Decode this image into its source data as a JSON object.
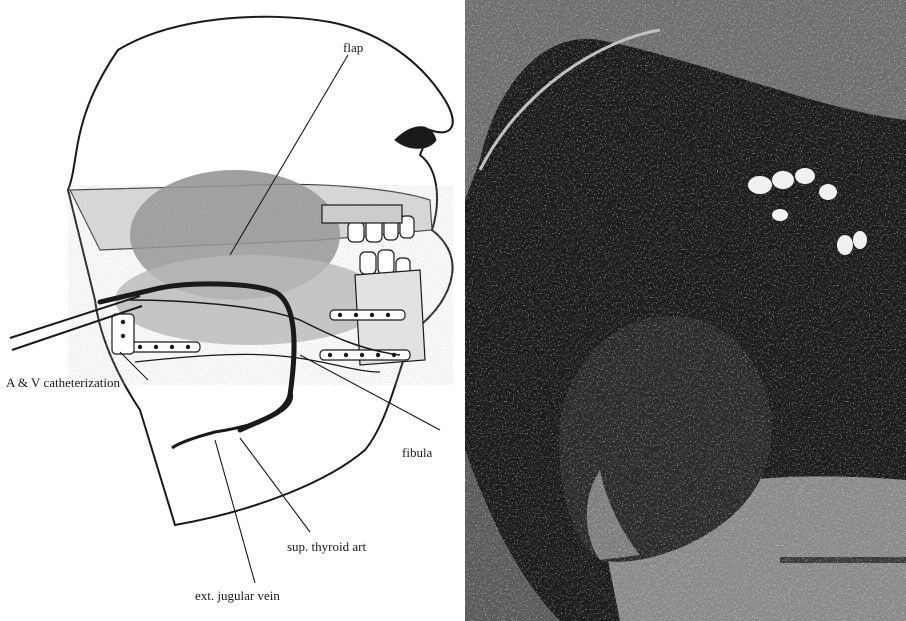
{
  "diagram": {
    "labels": {
      "flap": "flap",
      "catheterization": "A & V catheterization",
      "fibula": "fibula",
      "sup_thyroid": "sup. thyroid art",
      "jugular": "ext. jugular vein"
    }
  },
  "photo": {
    "content": "intraoral-surgical-photo"
  },
  "colors": {
    "line": "#1a1a1a",
    "shade": "#9a9a9a",
    "photo_dark": "#1b1b1b"
  }
}
